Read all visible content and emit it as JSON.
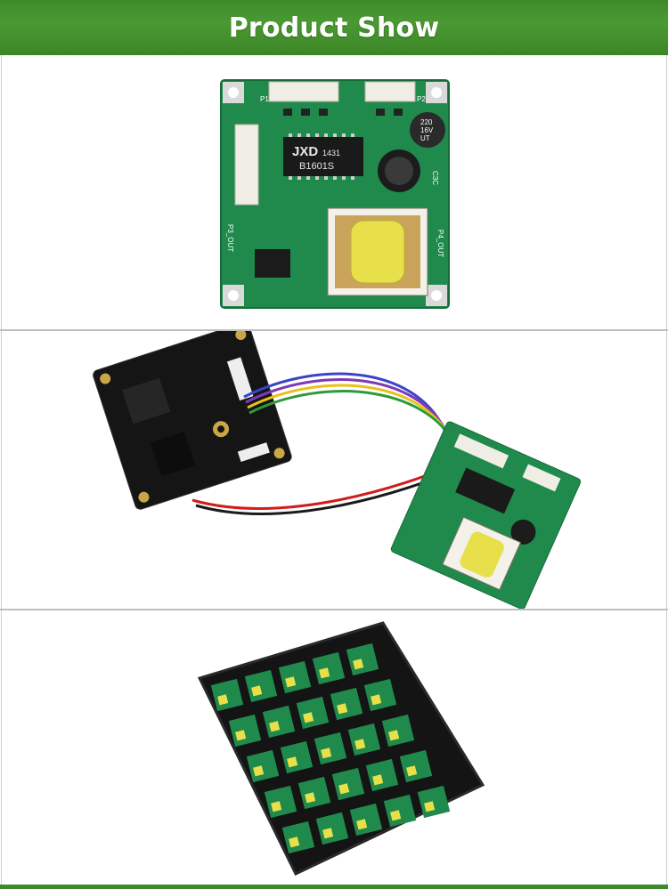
{
  "banner": {
    "title": "Product Show",
    "color": "#3f8c2c"
  },
  "board": {
    "chip_brand": "JXD",
    "chip_code": "1431",
    "chip_model": "B1601S",
    "cap_line1": "220",
    "cap_line2": "16V",
    "cap_line3": "UT",
    "label_p1": "P1",
    "label_p2": "P2",
    "label_p3": "P3_OUT",
    "label_p4": "P4_OUT",
    "label_c3c": "C3C"
  },
  "colors": {
    "pcb_green": "#1f8a4c",
    "transformer_yellow": "#e8e04a",
    "tray_black": "#141414"
  }
}
